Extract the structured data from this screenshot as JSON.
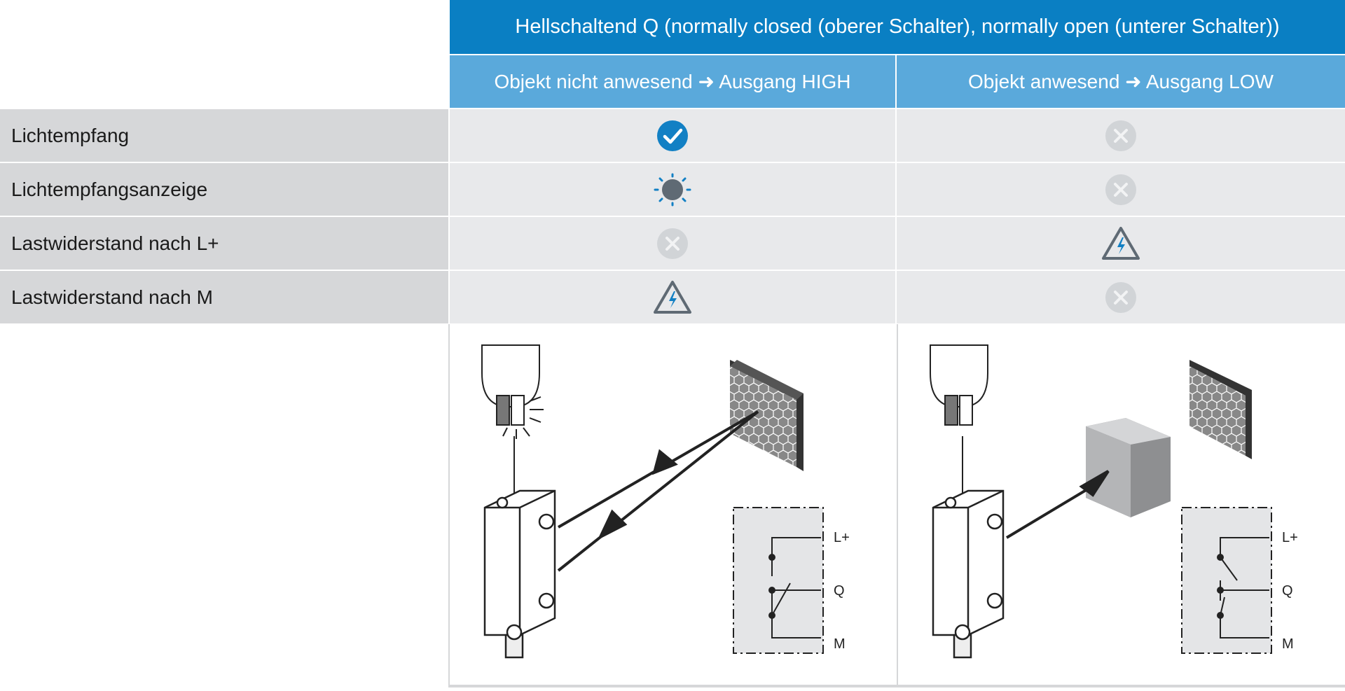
{
  "header": {
    "title": "Hellschaltend Q (normally closed (oberer Schalter), normally open (unterer Schalter))",
    "col1": "Objekt nicht anwesend ➜ Ausgang HIGH",
    "col2": "Objekt anwesend ➜ Ausgang LOW"
  },
  "rows": [
    {
      "label": "Lichtempfang",
      "col1_icon": "check-icon",
      "col2_icon": "x-circle-icon"
    },
    {
      "label": "Lichtempfangsanzeige",
      "col1_icon": "indicator-led-on-icon",
      "col2_icon": "x-circle-icon"
    },
    {
      "label": "Lastwiderstand nach L+",
      "col1_icon": "x-circle-icon",
      "col2_icon": "warning-voltage-icon"
    },
    {
      "label": "Lastwiderstand nach M",
      "col1_icon": "warning-voltage-icon",
      "col2_icon": "x-circle-icon"
    }
  ],
  "diagram": {
    "terminal_lplus": "L+",
    "terminal_q": "Q",
    "terminal_m": "M"
  },
  "colors": {
    "header_dark": "#0a7fc3",
    "header_light": "#5aa9db",
    "row_label_bg": "#d6d7d9",
    "row_cell_bg": "#e8e9eb",
    "check_blue": "#1280c4"
  }
}
